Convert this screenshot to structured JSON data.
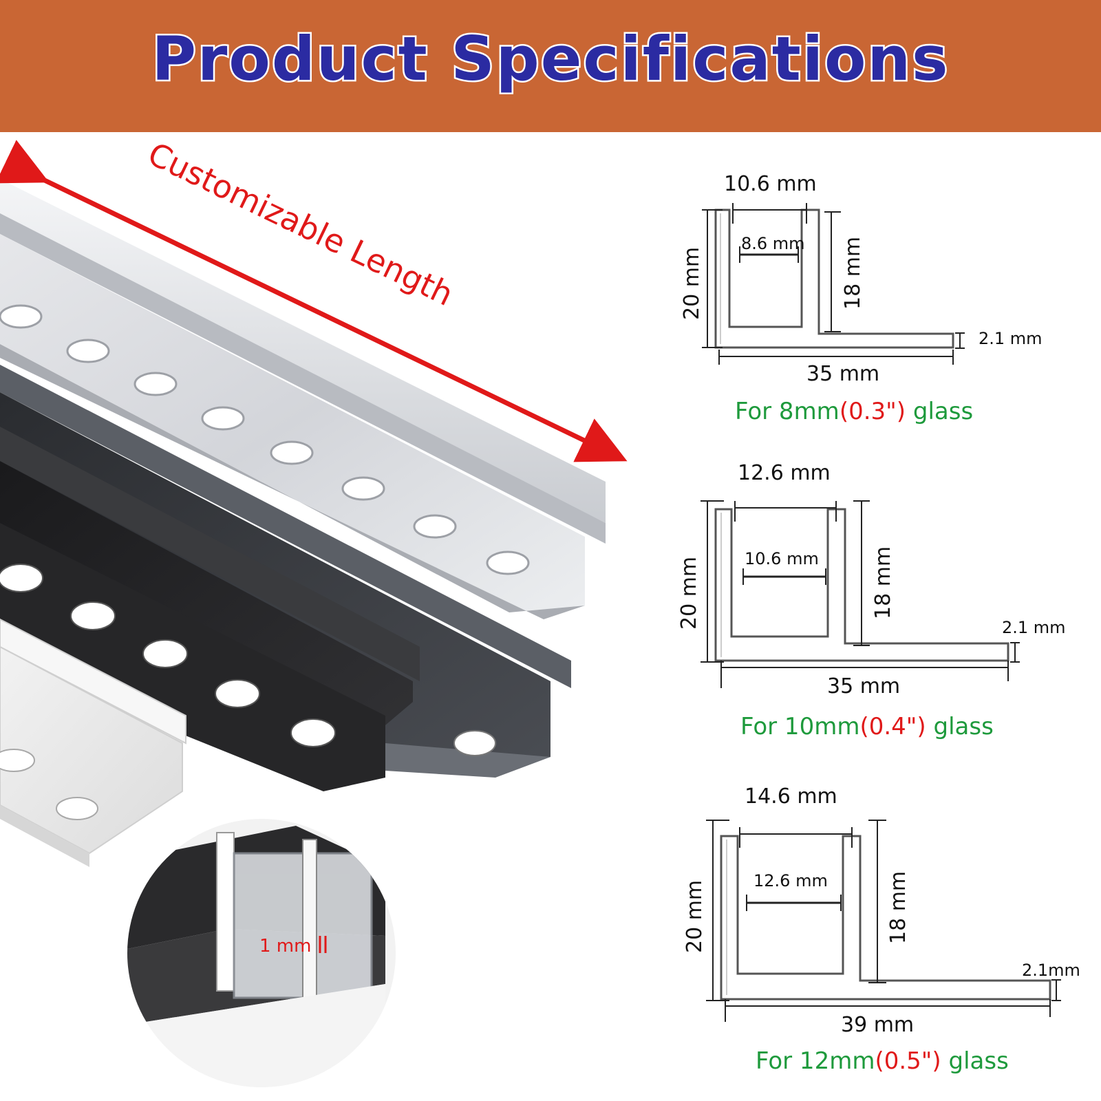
{
  "banner": {
    "title": "Product Specifications",
    "background_color": "#c96634",
    "title_color": "#2b2ba2"
  },
  "product_image": {
    "length_label": "Customizable Length",
    "thickness_label": "1 mm",
    "arrow_color": "#e01919",
    "rail_finishes": [
      "silver",
      "black",
      "dark grey",
      "white"
    ]
  },
  "specs": [
    {
      "outer_width": "10.6 mm",
      "inner_width": "8.6 mm",
      "total_height": "20 mm",
      "inner_height": "18 mm",
      "base_thickness": "2.1 mm",
      "base_length": "35 mm",
      "caption": {
        "prefix": "For 8mm",
        "imperial": "(0.3\")",
        "suffix": " glass"
      }
    },
    {
      "outer_width": "12.6 mm",
      "inner_width": "10.6 mm",
      "total_height": "20 mm",
      "inner_height": "18 mm",
      "base_thickness": "2.1 mm",
      "base_length": "35 mm",
      "caption": {
        "prefix": "For 10mm",
        "imperial": "(0.4\")",
        "suffix": " glass"
      }
    },
    {
      "outer_width": "14.6 mm",
      "inner_width": "12.6 mm",
      "total_height": "20 mm",
      "inner_height": "18 mm",
      "base_thickness": "2.1mm",
      "base_length": "39 mm",
      "caption": {
        "prefix": "For 12mm",
        "imperial": "(0.5\")",
        "suffix": " glass"
      }
    }
  ],
  "colors": {
    "caption_green": "#1e9a3c",
    "caption_red": "#e01919"
  }
}
